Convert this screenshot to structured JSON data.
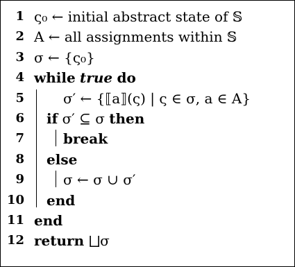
{
  "algorithm": {
    "lines": [
      {
        "num": "1",
        "code": "ς₀ ← initial abstract state of 𝕊"
      },
      {
        "num": "2",
        "code": "A ← all assignments within 𝕊"
      },
      {
        "num": "3",
        "code": "σ ← {ς₀}"
      },
      {
        "num": "4",
        "kw_while": "while",
        "cond": "true",
        "kw_do": "do"
      },
      {
        "num": "5",
        "code": "σ′ ← {⟦a⟧(ς) | ς ∈ σ, a ∈ A}"
      },
      {
        "num": "6",
        "kw_if": "if",
        "cond": "σ′ ⊆ σ",
        "kw_then": "then"
      },
      {
        "num": "7",
        "kw": "break"
      },
      {
        "num": "8",
        "kw": "else"
      },
      {
        "num": "9",
        "code": "σ ← σ ∪ σ′"
      },
      {
        "num": "10",
        "kw": "end"
      },
      {
        "num": "11",
        "kw": "end"
      },
      {
        "num": "12",
        "kw_return": "return",
        "expr": "⨆σ"
      }
    ]
  }
}
